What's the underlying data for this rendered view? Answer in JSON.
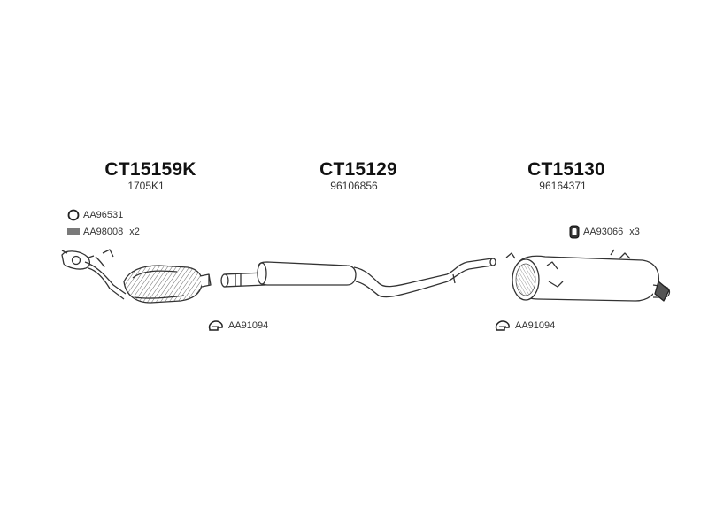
{
  "sections": [
    {
      "code": "CT15159K",
      "ref": "1705K1",
      "accessories": [
        {
          "icon": "gasket-ring-icon",
          "code": "AA96531",
          "qty": ""
        },
        {
          "icon": "spring-bolt-icon",
          "code": "AA98008",
          "qty": "x2"
        },
        {
          "icon": "clamp-icon",
          "code": "AA91094",
          "qty": ""
        }
      ]
    },
    {
      "code": "CT15129",
      "ref": "96106856",
      "accessories": []
    },
    {
      "code": "CT15130",
      "ref": "96164371",
      "accessories": [
        {
          "icon": "rubber-mount-icon",
          "code": "AA93066",
          "qty": "x3"
        },
        {
          "icon": "clamp-icon",
          "code": "AA91094",
          "qty": ""
        }
      ]
    }
  ],
  "colors": {
    "line": "#3a3a3a",
    "text": "#1a1a1a"
  }
}
